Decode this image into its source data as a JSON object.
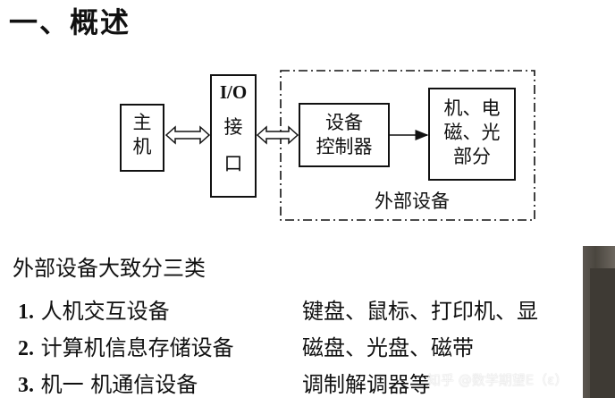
{
  "heading": "一、概述",
  "diagram": {
    "host_line1": "主",
    "host_line2": "机",
    "io_title": "I/O",
    "io_line1": "接",
    "io_line2": "口",
    "controller_line1": "设备",
    "controller_line2": "控制器",
    "parts_line1": "机、电",
    "parts_line2": "磁、光",
    "parts_line3": "部分",
    "external_label": "外部设备"
  },
  "intro": "外部设备大致分三类",
  "categories": [
    {
      "num": "1.",
      "name": "人机交互设备",
      "examples": "键盘、鼠标、打印机、显"
    },
    {
      "num": "2.",
      "name": "计算机信息存储设备",
      "examples": "磁盘、光盘、磁带"
    },
    {
      "num": "3.",
      "name": "机一 机通信设备",
      "examples": "调制解调器等"
    }
  ],
  "watermark": "知乎 @数学期望E（ε）"
}
